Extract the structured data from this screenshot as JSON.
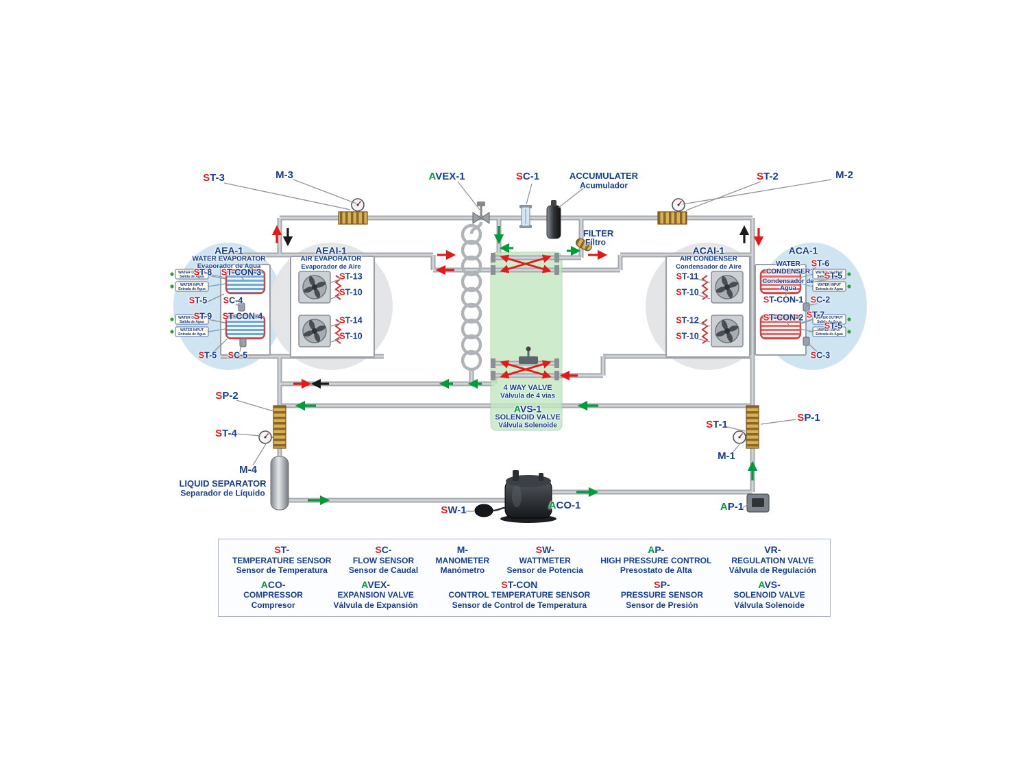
{
  "colors": {
    "label_navy": "#163f8e",
    "sensor_red": "#e11a1a",
    "actuator_green": "#009b3a",
    "pipe_gray": "#b7babd",
    "panel_green": "#c2e8c0",
    "ellipse_blue": "#cfe4f1",
    "ellipse_gray": "#e4e5e7"
  },
  "tags": {
    "st1": {
      "p": "S",
      "r": "T-1"
    },
    "st2": {
      "p": "S",
      "r": "T-2"
    },
    "st3": {
      "p": "S",
      "r": "T-3"
    },
    "st4": {
      "p": "S",
      "r": "T-4"
    },
    "st5": {
      "p": "S",
      "r": "T-5"
    },
    "st6": {
      "p": "S",
      "r": "T-6"
    },
    "st7": {
      "p": "S",
      "r": "T-7"
    },
    "st8": {
      "p": "S",
      "r": "T-8"
    },
    "st9": {
      "p": "S",
      "r": "T-9"
    },
    "st10": {
      "p": "S",
      "r": "T-10"
    },
    "st11": {
      "p": "S",
      "r": "T-11"
    },
    "st12": {
      "p": "S",
      "r": "T-12"
    },
    "st13": {
      "p": "S",
      "r": "T-13"
    },
    "st14": {
      "p": "S",
      "r": "T-14"
    },
    "stcon1": {
      "p": "S",
      "r": "T-CON-1"
    },
    "stcon2": {
      "p": "S",
      "r": "T-CON-2"
    },
    "stcon3": {
      "p": "S",
      "r": "T-CON-3"
    },
    "stcon4": {
      "p": "S",
      "r": "T-CON-4"
    },
    "sc1": {
      "p": "S",
      "r": "C-1"
    },
    "sc2": {
      "p": "S",
      "r": "C-2"
    },
    "sc3": {
      "p": "S",
      "r": "C-3"
    },
    "sc4": {
      "p": "S",
      "r": "C-4"
    },
    "sc5": {
      "p": "S",
      "r": "C-5"
    },
    "sp1": {
      "p": "S",
      "r": "P-1"
    },
    "sp2": {
      "p": "S",
      "r": "P-2"
    },
    "sw1": {
      "p": "S",
      "r": "W-1"
    },
    "m1": {
      "p": "",
      "r": "M-1"
    },
    "m2": {
      "p": "",
      "r": "M-2"
    },
    "m3": {
      "p": "",
      "r": "M-3"
    },
    "m4": {
      "p": "",
      "r": "M-4"
    },
    "avex1": {
      "p": "A",
      "r": "VEX-1"
    },
    "avs1": {
      "p": "A",
      "r": "VS-1"
    },
    "aco1": {
      "p": "A",
      "r": "CO-1"
    },
    "ap1": {
      "p": "A",
      "r": "P-1"
    },
    "aea1": {
      "p": "",
      "r": "AEA-1"
    },
    "aeai1": {
      "p": "",
      "r": "AEAI-1"
    },
    "acai1": {
      "p": "",
      "r": "ACAI-1"
    },
    "aca1": {
      "p": "",
      "r": "ACA-1"
    }
  },
  "components": {
    "accumulator": {
      "tag": "ACCUMULATER",
      "subtitle": "Acumulador"
    },
    "filter": {
      "en": "FILTER",
      "es": "Filtro"
    },
    "four_way_valve": {
      "en": "4 WAY VALVE",
      "es": "Válvula de 4 vias"
    },
    "solenoid_valve": {
      "en": "SOLENOID VALVE",
      "es": "Válvula Solenoide"
    },
    "liquid_separator": {
      "en": "LIQUID SEPARATOR",
      "es": "Separador de Líquido"
    },
    "water_evaporator": {
      "en": "WATER EVAPORATOR",
      "es": "Evaporador de Agua"
    },
    "air_evaporator": {
      "en": "AIR EVAPORATOR",
      "es": "Evaporador de Aire"
    },
    "air_condenser": {
      "en": "AIR CONDENSER",
      "es": "Condensador de Aire"
    },
    "water_condenser": {
      "en": "WATER CONDENSER",
      "es": "Condensador de Agua"
    },
    "water_output": {
      "en": "WATER OUTPUT",
      "es": "Salida de Agua"
    },
    "water_input": {
      "en": "WATER INPUT",
      "es": "Entrada de Agua"
    }
  },
  "legend": {
    "row1": [
      {
        "p": "S",
        "r": "T-",
        "en": "TEMPERATURE SENSOR",
        "es": "Sensor de Temperatura"
      },
      {
        "p": "S",
        "r": "C-",
        "en": "FLOW SENSOR",
        "es": "Sensor de Caudal"
      },
      {
        "p": "",
        "r": "M-",
        "en": "MANOMETER",
        "es": "Manómetro"
      },
      {
        "p": "S",
        "r": "W-",
        "en": "WATTMETER",
        "es": "Sensor de Potencia"
      },
      {
        "p": "A",
        "r": "P-",
        "en": "HIGH PRESSURE CONTROL",
        "es": "Presostato de Alta"
      },
      {
        "p": "",
        "r": "VR-",
        "en": "REGULATION VALVE",
        "es": "Válvula de Regulación"
      }
    ],
    "row2": [
      {
        "p": "A",
        "r": "CO-",
        "en": "COMPRESSOR",
        "es": "Compresor"
      },
      {
        "p": "A",
        "r": "VEX-",
        "en": "EXPANSION VALVE",
        "es": "Válvula de Expansión"
      },
      {
        "p": "S",
        "r": "T-CON",
        "en": "CONTROL TEMPERATURE SENSOR",
        "es": "Sensor de Control de Temperatura"
      },
      {
        "p": "S",
        "r": "P-",
        "en": "PRESSURE SENSOR",
        "es": "Sensor de Presión"
      },
      {
        "p": "A",
        "r": "VS-",
        "en": "SOLENOID VALVE",
        "es": "Válvula Solenoide"
      }
    ]
  }
}
